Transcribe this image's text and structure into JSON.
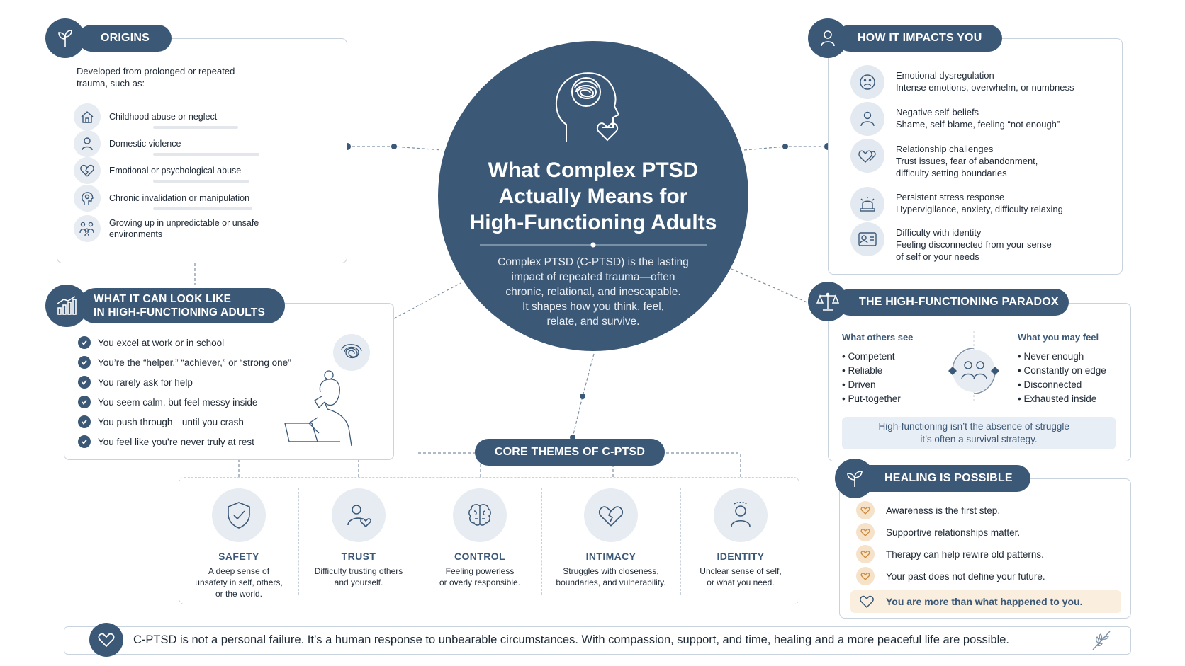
{
  "center": {
    "title_lines": [
      "What Complex PTSD",
      "Actually Means for",
      "High-Functioning Adults"
    ],
    "body_lines": [
      "Complex PTSD (C-PTSD) is the lasting",
      "impact of repeated trauma—often",
      "chronic, relational, and inescapable.",
      "It shapes how you think, feel,",
      "relate, and survive."
    ]
  },
  "origins": {
    "title": "ORIGINS",
    "intro": "Developed from prolonged or repeated trauma, such as:",
    "items": [
      {
        "label": "Childhood abuse or neglect",
        "icon": "house-icon"
      },
      {
        "label": "Domestic violence",
        "icon": "person-icon"
      },
      {
        "label": "Emotional or psychological abuse",
        "icon": "broken-heart-icon"
      },
      {
        "label": "Chronic invalidation or manipulation",
        "icon": "head-icon"
      },
      {
        "label": "Growing up in unpredictable or unsafe environments",
        "icon": "family-icon"
      }
    ]
  },
  "looks_like": {
    "title_line1": "WHAT IT CAN LOOK LIKE",
    "title_line2": "IN HIGH-FUNCTIONING ADULTS",
    "items": [
      "You excel at work or in school",
      "You’re the “helper,” “achiever,” or “strong one”",
      "You rarely ask for help",
      "You seem calm, but feel messy inside",
      "You push through—until you crash",
      "You feel like you’re never truly at rest"
    ]
  },
  "impacts": {
    "title": "HOW IT IMPACTS YOU",
    "items": [
      {
        "heading": "Emotional dysregulation",
        "lines": [
          "Intense emotions, overwhelm, or numbness"
        ],
        "icon": "sad-face-icon"
      },
      {
        "heading": "Negative self-beliefs",
        "lines": [
          "Shame, self-blame, feeling “not enough”"
        ],
        "icon": "person-icon"
      },
      {
        "heading": "Relationship challenges",
        "lines": [
          "Trust issues, fear of abandonment,",
          "difficulty setting boundaries"
        ],
        "icon": "hearts-icon"
      },
      {
        "heading": "Persistent stress response",
        "lines": [
          "Hypervigilance, anxiety, difficulty relaxing"
        ],
        "icon": "alarm-icon"
      },
      {
        "heading": "Difficulty with identity",
        "lines": [
          "Feeling disconnected from your sense",
          "of self or your needs"
        ],
        "icon": "id-card-icon"
      }
    ]
  },
  "paradox": {
    "title": "THE HIGH-FUNCTIONING PARADOX",
    "left_heading": "What others see",
    "left_items": [
      "• Competent",
      "• Reliable",
      "• Driven",
      "• Put-together"
    ],
    "right_heading": "What you may feel",
    "right_items": [
      "• Never enough",
      "• Constantly on edge",
      "• Disconnected",
      "• Exhausted inside"
    ],
    "note_line1": "High-functioning isn’t the absence of struggle—",
    "note_line2": "it’s often a survival strategy."
  },
  "core": {
    "title": "CORE THEMES OF C-PTSD",
    "themes": [
      {
        "name": "SAFETY",
        "desc_lines": [
          "A deep sense of",
          "unsafety in self, others,",
          "or the world."
        ],
        "icon": "shield-check-icon"
      },
      {
        "name": "TRUST",
        "desc_lines": [
          "Difficulty trusting others",
          "and yourself."
        ],
        "icon": "person-heart-icon"
      },
      {
        "name": "CONTROL",
        "desc_lines": [
          "Feeling powerless",
          "or overly responsible."
        ],
        "icon": "brain-icon"
      },
      {
        "name": "INTIMACY",
        "desc_lines": [
          "Struggles with closeness,",
          "boundaries, and vulnerability."
        ],
        "icon": "broken-heart-icon"
      },
      {
        "name": "IDENTITY",
        "desc_lines": [
          "Unclear sense of self,",
          "or what you need."
        ],
        "icon": "person-icon"
      }
    ]
  },
  "healing": {
    "title": "HEALING IS POSSIBLE",
    "items": [
      "Awareness is the first step.",
      "Supportive relationships matter.",
      "Therapy can help rewire old patterns.",
      "Your past does not define your future."
    ],
    "highlight": "You are more than what happened to you."
  },
  "footer": {
    "text": "C-PTSD is not a personal failure. It’s a human response to unbearable circumstances. With compassion, support, and time, healing and a more peaceful life are possible."
  },
  "colors": {
    "primary": "#3b5877",
    "border": "#c9d3de",
    "soft_bg": "#e6ecf2",
    "healing_accent": "#f6e2c8"
  }
}
